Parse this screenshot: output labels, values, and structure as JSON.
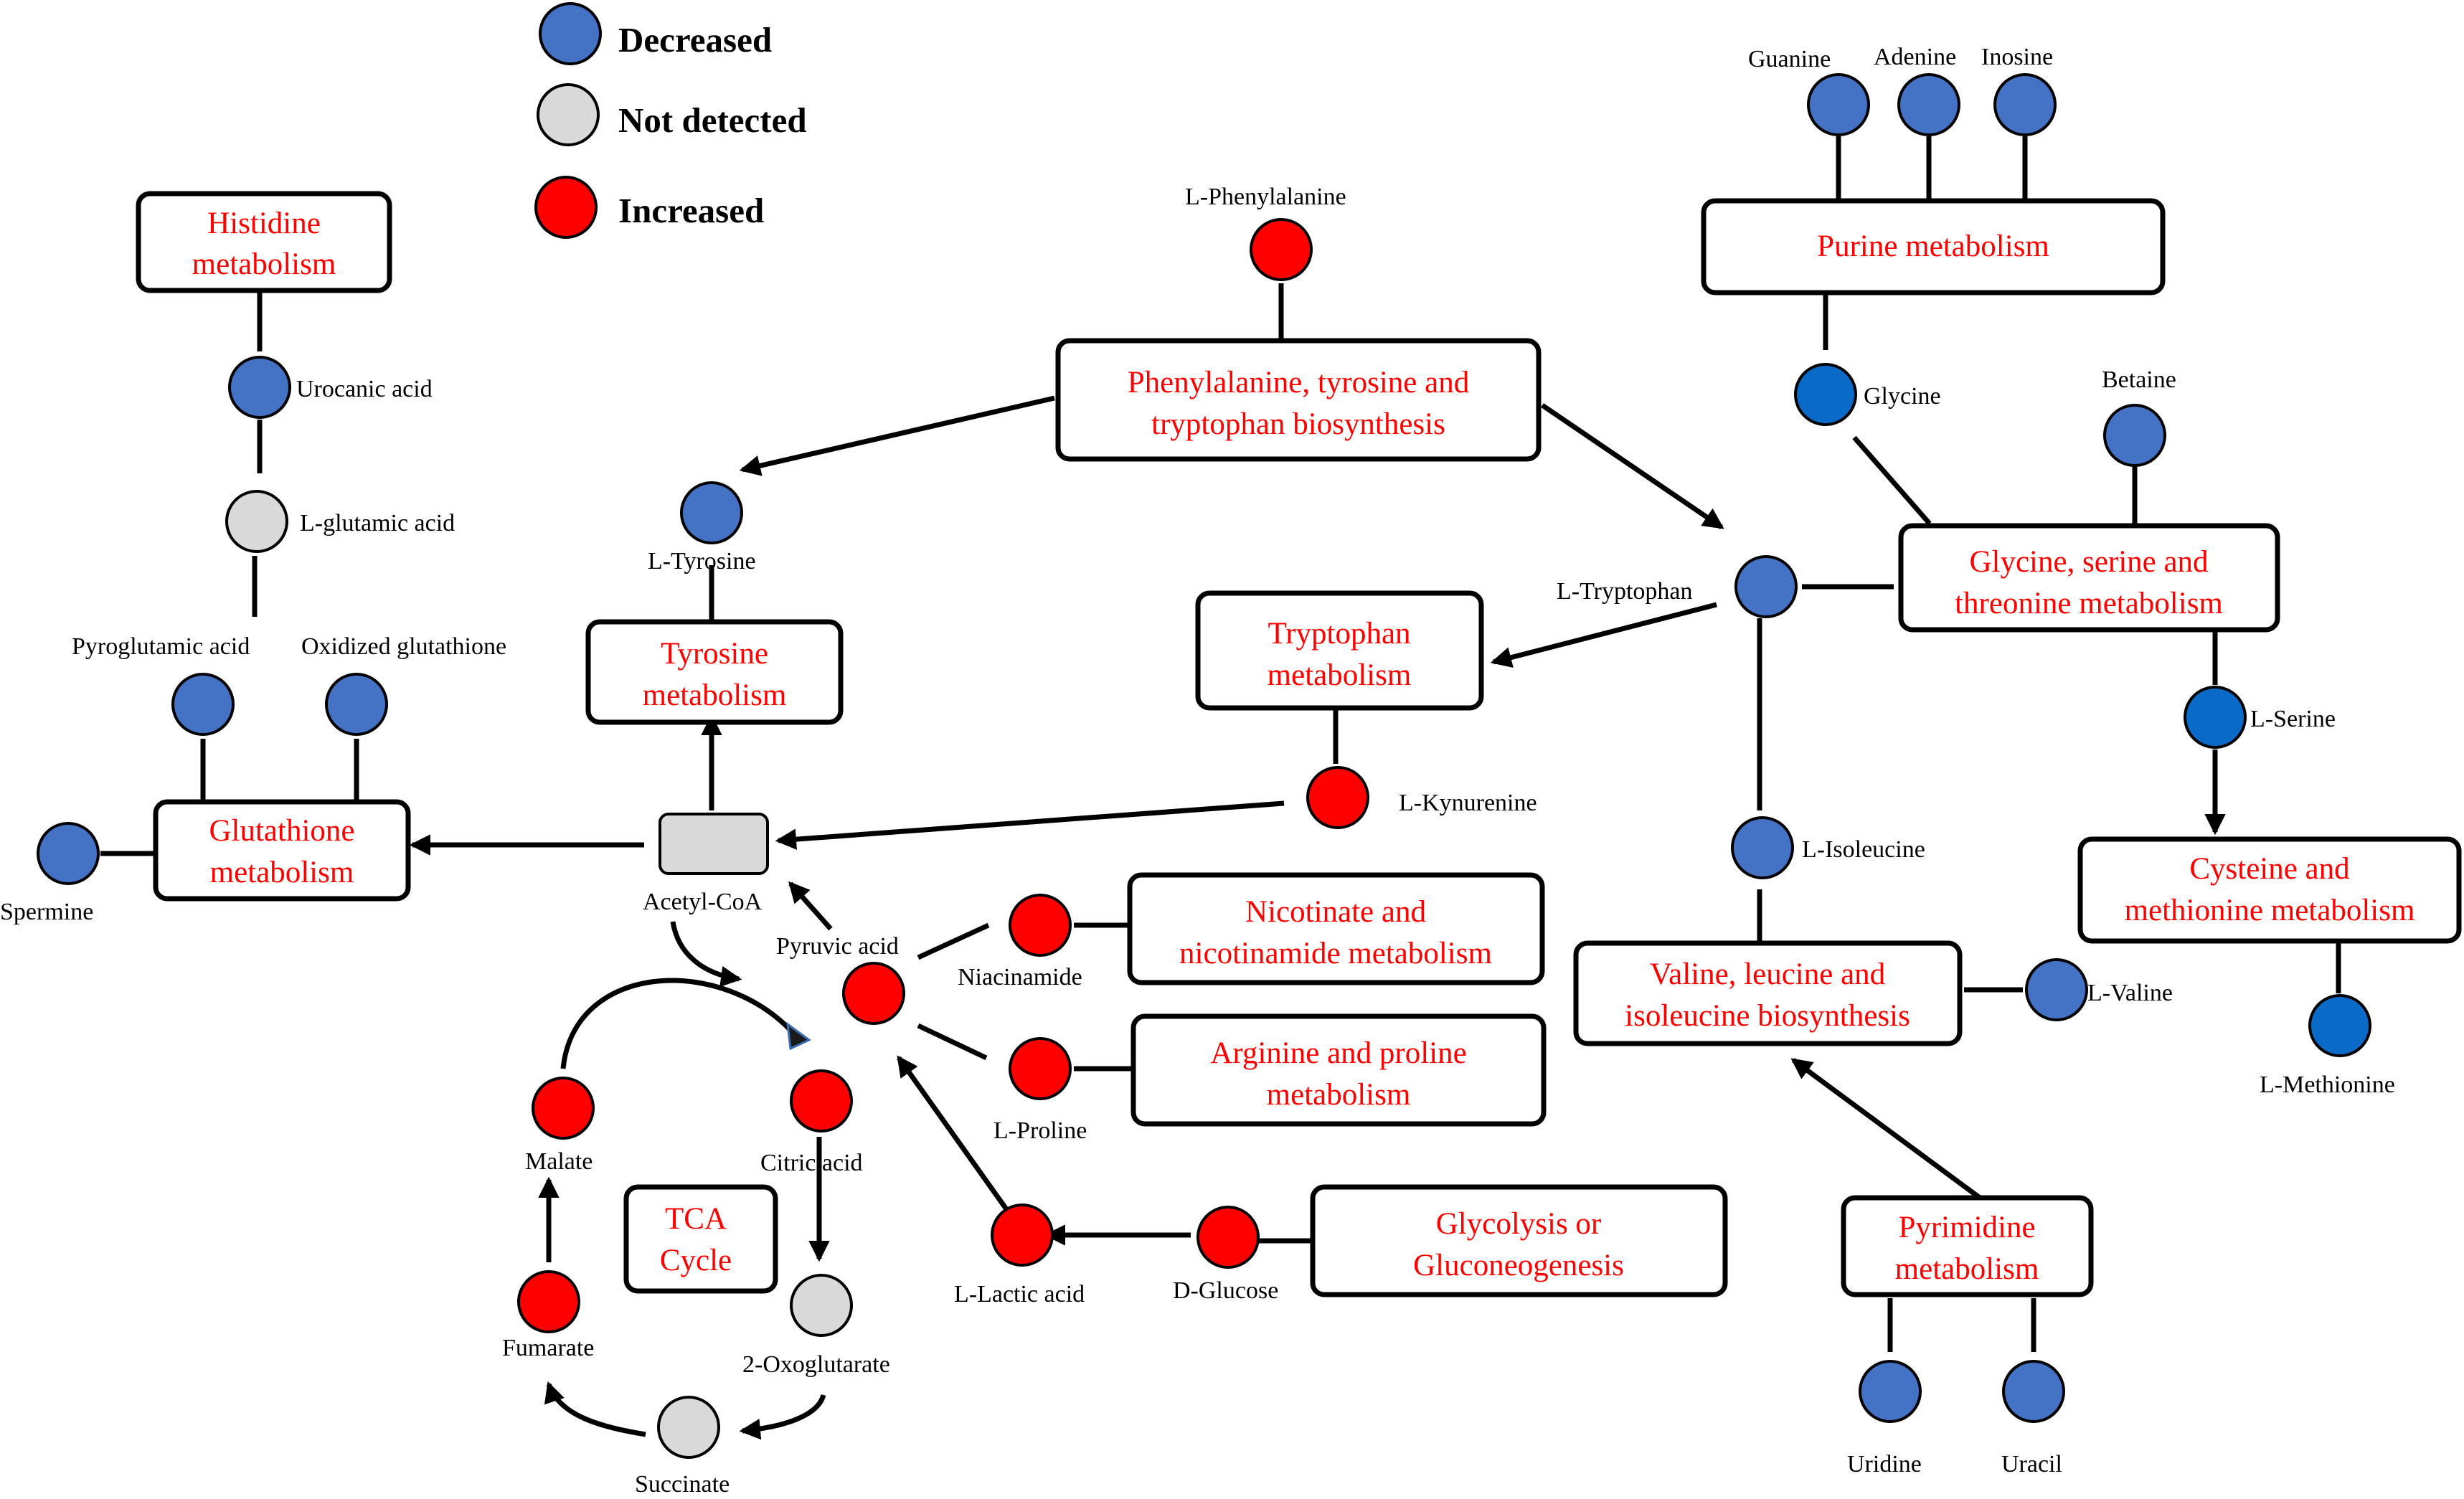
{
  "colors": {
    "decreased": "#4472c4",
    "decreased_alt": "#0a6ac8",
    "not_detected": "#d9d9d9",
    "increased": "#ff0000",
    "pathway_text": "#ff0000"
  },
  "legend": [
    {
      "key": "decreased",
      "label": "Decreased"
    },
    {
      "key": "not_detected",
      "label": "Not detected"
    },
    {
      "key": "increased",
      "label": "Increased"
    }
  ],
  "pathways": {
    "histidine": [
      "Histidine",
      "metabolism"
    ],
    "glutathione": [
      "Glutathione",
      "metabolism"
    ],
    "tyrosine": [
      "Tyrosine",
      "metabolism"
    ],
    "phe_tyr_trp": [
      "Phenylalanine, tyrosine and",
      "tryptophan biosynthesis"
    ],
    "tryptophan": [
      "Tryptophan",
      "metabolism"
    ],
    "purine": [
      "Purine metabolism"
    ],
    "gly_ser_thr": [
      "Glycine, serine and",
      "threonine metabolism"
    ],
    "cys_met": [
      "Cysteine and",
      "methionine metabolism"
    ],
    "val_leu_ile": [
      "Valine, leucine and",
      "isoleucine biosynthesis"
    ],
    "nicotinate": [
      "Nicotinate and",
      "nicotinamide metabolism"
    ],
    "arg_pro": [
      "Arginine and proline",
      "metabolism"
    ],
    "glycolysis": [
      "Glycolysis or",
      "Gluconeogenesis"
    ],
    "pyrimidine": [
      "Pyrimidine",
      "metabolism"
    ],
    "tca": [
      "TCA",
      "Cycle"
    ]
  },
  "metabolites": {
    "urocanic_acid": {
      "label": "Urocanic acid",
      "status": "decreased"
    },
    "l_glutamic_acid": {
      "label": "L-glutamic acid",
      "status": "not_detected"
    },
    "pyroglutamic_acid": {
      "label": "Pyroglutamic acid",
      "status": "decreased"
    },
    "oxidized_glutathione": {
      "label": "Oxidized glutathione",
      "status": "decreased"
    },
    "spermine": {
      "label": "Spermine",
      "status": "decreased"
    },
    "l_tyrosine": {
      "label": "L-Tyrosine",
      "status": "decreased"
    },
    "l_phenylalanine": {
      "label": "L-Phenylalanine",
      "status": "increased"
    },
    "guanine": {
      "label": "Guanine",
      "status": "decreased"
    },
    "adenine": {
      "label": "Adenine",
      "status": "decreased"
    },
    "inosine": {
      "label": "Inosine",
      "status": "decreased"
    },
    "glycine": {
      "label": "Glycine",
      "status": "decreased_alt"
    },
    "betaine": {
      "label": "Betaine",
      "status": "decreased"
    },
    "l_tryptophan": {
      "label": "L-Tryptophan",
      "status": "decreased"
    },
    "l_serine": {
      "label": "L-Serine",
      "status": "decreased_alt"
    },
    "l_methionine": {
      "label": "L-Methionine",
      "status": "decreased_alt"
    },
    "l_kynurenine": {
      "label": "L-Kynurenine",
      "status": "increased"
    },
    "l_isoleucine": {
      "label": "L-Isoleucine",
      "status": "decreased"
    },
    "l_valine": {
      "label": "L-Valine",
      "status": "decreased"
    },
    "acetyl_coa": {
      "label": "Acetyl-CoA",
      "status": "not_detected"
    },
    "pyruvic_acid": {
      "label": "Pyruvic acid",
      "status": "increased"
    },
    "niacinamide": {
      "label": "Niacinamide",
      "status": "increased"
    },
    "l_proline": {
      "label": "L-Proline",
      "status": "increased"
    },
    "l_lactic_acid": {
      "label": "L-Lactic acid",
      "status": "increased"
    },
    "d_glucose": {
      "label": "D-Glucose",
      "status": "increased"
    },
    "citric_acid": {
      "label": "Citric acid",
      "status": "increased"
    },
    "oxoglutarate": {
      "label": "2-Oxoglutarate",
      "status": "not_detected"
    },
    "succinate": {
      "label": "Succinate",
      "status": "not_detected"
    },
    "fumarate": {
      "label": "Fumarate",
      "status": "increased"
    },
    "malate": {
      "label": "Malate",
      "status": "increased"
    },
    "uridine": {
      "label": "Uridine",
      "status": "decreased"
    },
    "uracil": {
      "label": "Uracil",
      "status": "decreased"
    }
  }
}
